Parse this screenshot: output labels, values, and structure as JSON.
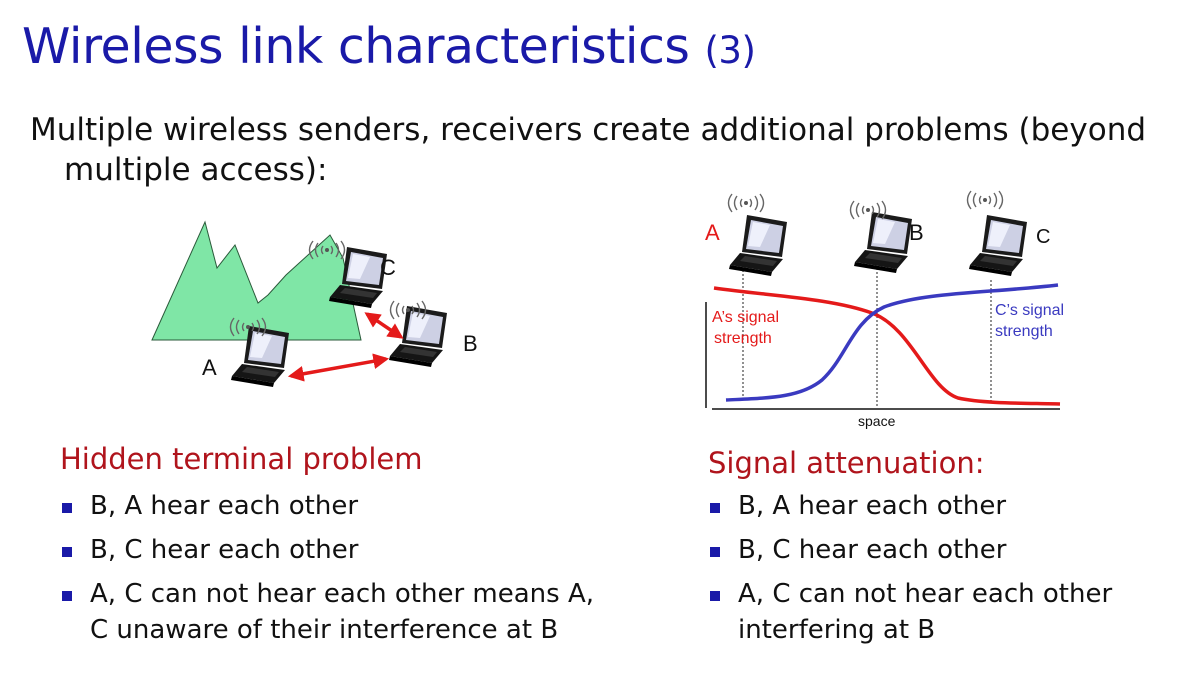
{
  "slide": {
    "title": "Wireless link characteristics",
    "title_suffix": "(3)",
    "intro_line1": "Multiple wireless senders, receivers create additional problems (beyond",
    "intro_line2": "multiple access):"
  },
  "hidden_terminal": {
    "label_a": "A",
    "label_b": "B",
    "label_c": "C",
    "heading": "Hidden terminal problem",
    "bullets": [
      "B, A hear each other",
      "B, C hear each other",
      "A, C can not hear each other means A, C unaware of their interference at B"
    ]
  },
  "attenuation": {
    "label_a": "A",
    "label_b": "B",
    "label_c": "C",
    "a_signal_line1": "A’s signal",
    "a_signal_line2": "strength",
    "c_signal_line1": "C’s signal",
    "c_signal_line2": "strength",
    "x_axis_label": "space",
    "heading": "Signal attenuation:",
    "bullets": [
      "B, A hear each other",
      "B, C hear each other",
      "A, C can not hear each other interfering at B"
    ]
  },
  "colors": {
    "title": "#1a1aa8",
    "heading": "#b0141c",
    "a_curve": "#e41a1a",
    "c_curve": "#3a3ac0",
    "mountain": "#7fe6a6",
    "bullet": "#1a1aa8"
  },
  "icons": [
    "laptop-icon",
    "wireless-waves-icon",
    "mountain-obstacle-icon",
    "double-arrow-icon"
  ]
}
